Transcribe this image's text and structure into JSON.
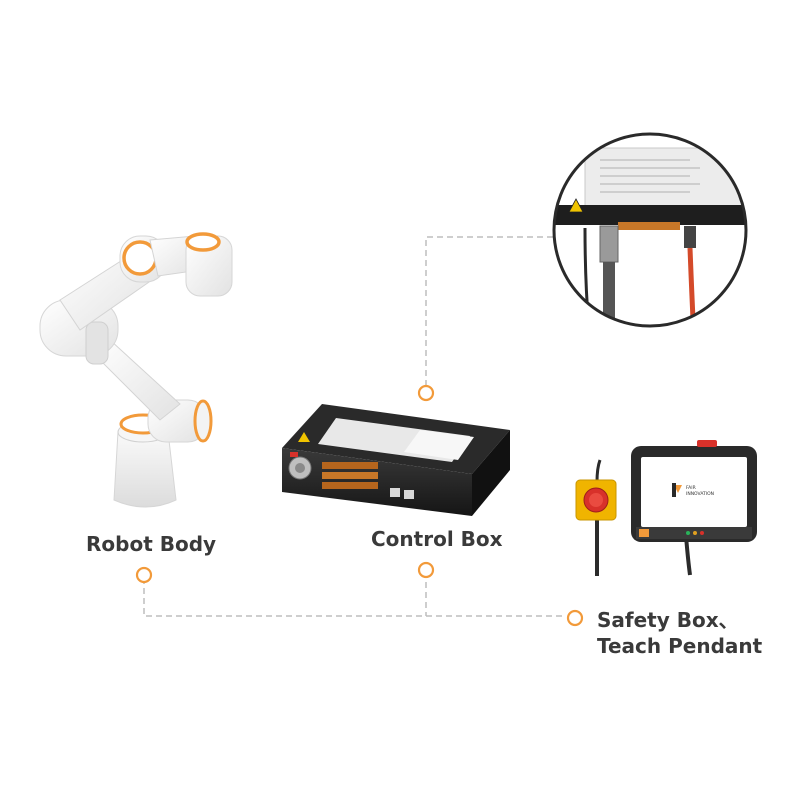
{
  "labels": {
    "robot_body": "Robot Body",
    "control_box": "Control Box",
    "safety_box": "Safety Box、",
    "teach_pendant": "Teach Pendant"
  },
  "pendant_screen": {
    "brand_line1": "FAIR",
    "brand_line2": "INNOVATION"
  },
  "colors": {
    "accent": "#f29a3a",
    "connector_line": "#bdbdbd",
    "label_text": "#3a3a3a",
    "robot_white": "#f4f4f4",
    "device_black": "#1f1f1f",
    "estop_red": "#d8312a",
    "estop_yellow": "#f0b400"
  }
}
